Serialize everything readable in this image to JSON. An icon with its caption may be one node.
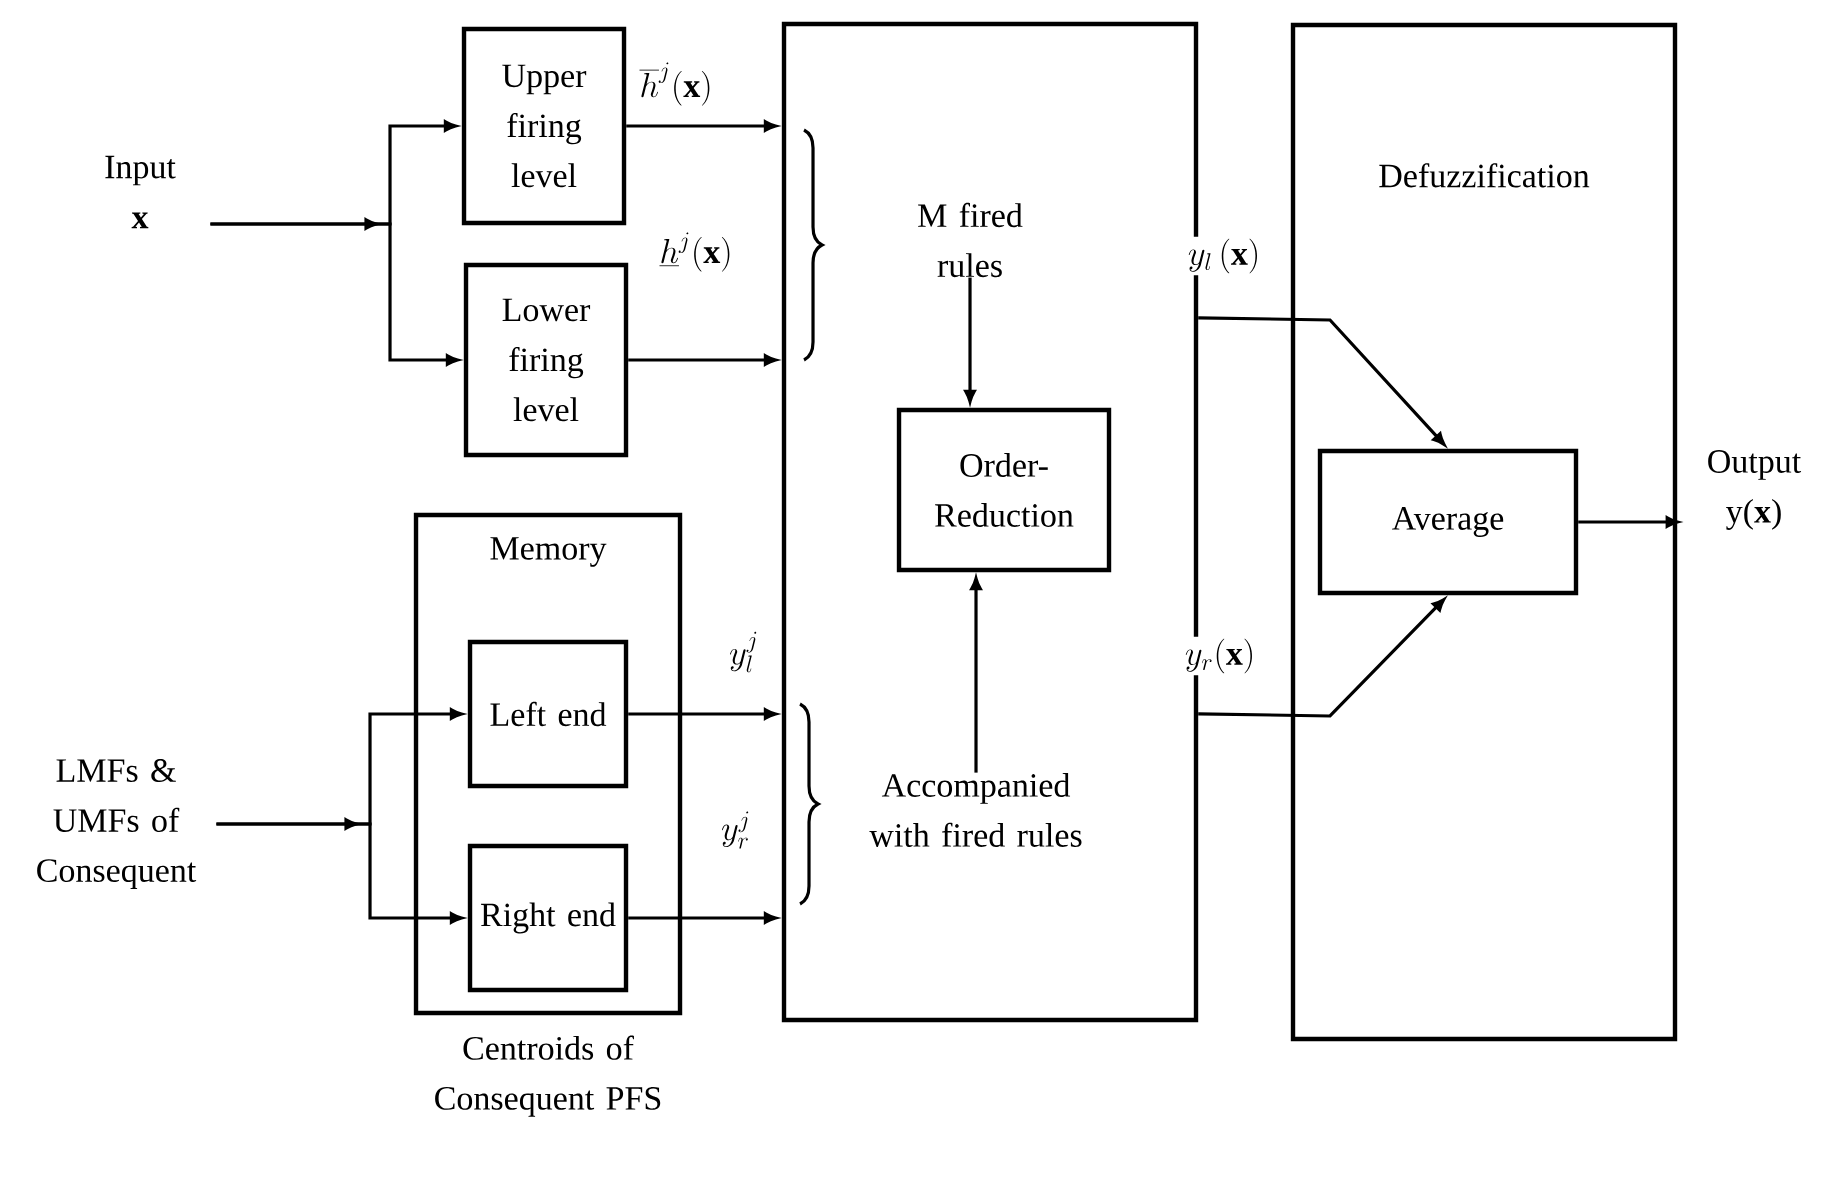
{
  "diagram": {
    "nodes": [
      {
        "text": [
          "Input",
          "x"
        ]
      },
      {
        "text": [
          "Upper firing level"
        ]
      },
      {
        "text": [
          "Lower firing level"
        ]
      },
      {
        "text": [],
        "shape": "box"
      },
      {
        "text": [
          "M fired rules"
        ],
        "in": 3
      },
      {
        "text": [
          "Order-Reduction"
        ],
        "in": 3
      },
      {
        "text": [
          "Accompanied with fired rules"
        ],
        "in": 3
      },
      {
        "text": [
          "Memory"
        ],
        "beside": [
          "Centroids of Consequent PFS"
        ]
      },
      {
        "text": [
          "Left end"
        ],
        "in": 7
      },
      {
        "text": [
          "Right end"
        ],
        "in": 7
      },
      {
        "text": [
          "LMFs & UMFs of Consequent"
        ]
      },
      {
        "text": [
          "Defuzzification"
        ]
      },
      {
        "text": [
          "Average"
        ],
        "in": 11
      },
      {
        "text": [
          "Output",
          "y(**x**)"
        ]
      }
    ],
    "edges": [
      {
        "from": 0,
        "to": 1,
        "arrow": "to"
      },
      {
        "from": 0,
        "to": 2,
        "arrow": "to"
      },
      {
        "from": 1,
        "to": 3,
        "arrow": "to",
        "label": "\\overline{h}^{j}(\\mathbf{x})"
      },
      {
        "from": 2,
        "to": 3,
        "arrow": "to",
        "label": "\\underline{h}^{j}(\\mathbf{x})"
      },
      {
        "from": 4,
        "to": 5,
        "arrow": "to"
      },
      {
        "from": 6,
        "to": 5,
        "arrow": "to"
      },
      {
        "from": 10,
        "to": 8,
        "arrow": "to"
      },
      {
        "from": 10,
        "to": 9,
        "arrow": "to"
      },
      {
        "from": 8,
        "to": 3,
        "arrow": "to",
        "label": "y_{l}^{j}"
      },
      {
        "from": 9,
        "to": 3,
        "arrow": "to",
        "label": "y_{r}^{j}"
      },
      {
        "from": 3,
        "to": 12,
        "arrow": "to",
        "label": "y_{l}\\,(\\mathbf{x})"
      },
      {
        "from": 3,
        "to": 12,
        "arrow": "to",
        "label": "y_{r}(\\mathbf{x})"
      },
      {
        "from": 12,
        "to": 13,
        "arrow": "to"
      }
    ]
  }
}
